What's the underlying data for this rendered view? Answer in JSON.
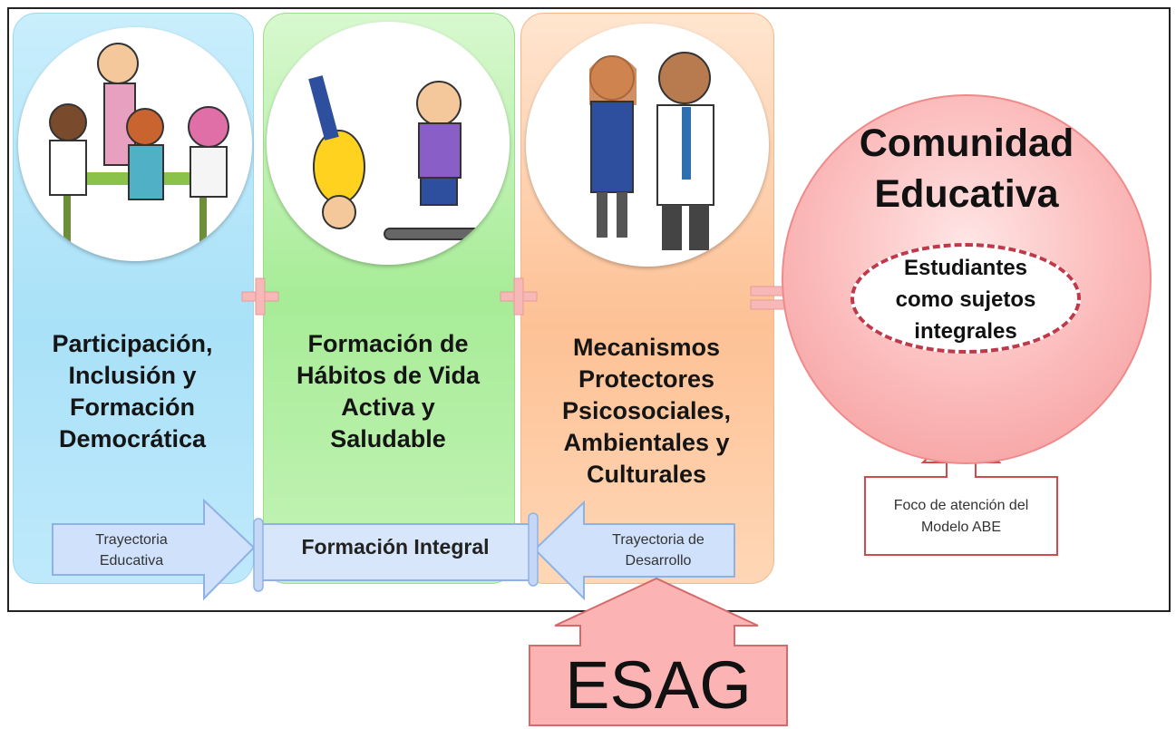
{
  "columns": [
    {
      "title": [
        "Participación,",
        "Inclusión y",
        "Formación",
        "Democrática"
      ]
    },
    {
      "title": [
        "Formación de",
        "Hábitos de Vida",
        "Activa y",
        "Saludable"
      ]
    },
    {
      "title": [
        "Mecanismos",
        "Protectores",
        "Psicosociales,",
        "Ambientales y",
        "Culturales"
      ]
    }
  ],
  "result": {
    "title": [
      "Comunidad",
      "Educativa"
    ],
    "inner": [
      "Estudiantes",
      "como sujetos",
      "integrales"
    ]
  },
  "bottom": {
    "left_arrow": [
      "Trayectoria",
      "Educativa"
    ],
    "center": "Formación Integral",
    "right_arrow": [
      "Trayectoria de",
      "Desarrollo"
    ]
  },
  "focus_callout": [
    "Foco de atención del",
    "Modelo ABE"
  ],
  "esag": "ESAG",
  "colors": {
    "blue_column": "#a9e1f8",
    "green_column": "#a7ec97",
    "orange_column": "#fdc195",
    "result_circle": "#fbb8b8",
    "dashed_oval": "#c0394a",
    "esag_box": "#fbb3b3"
  }
}
